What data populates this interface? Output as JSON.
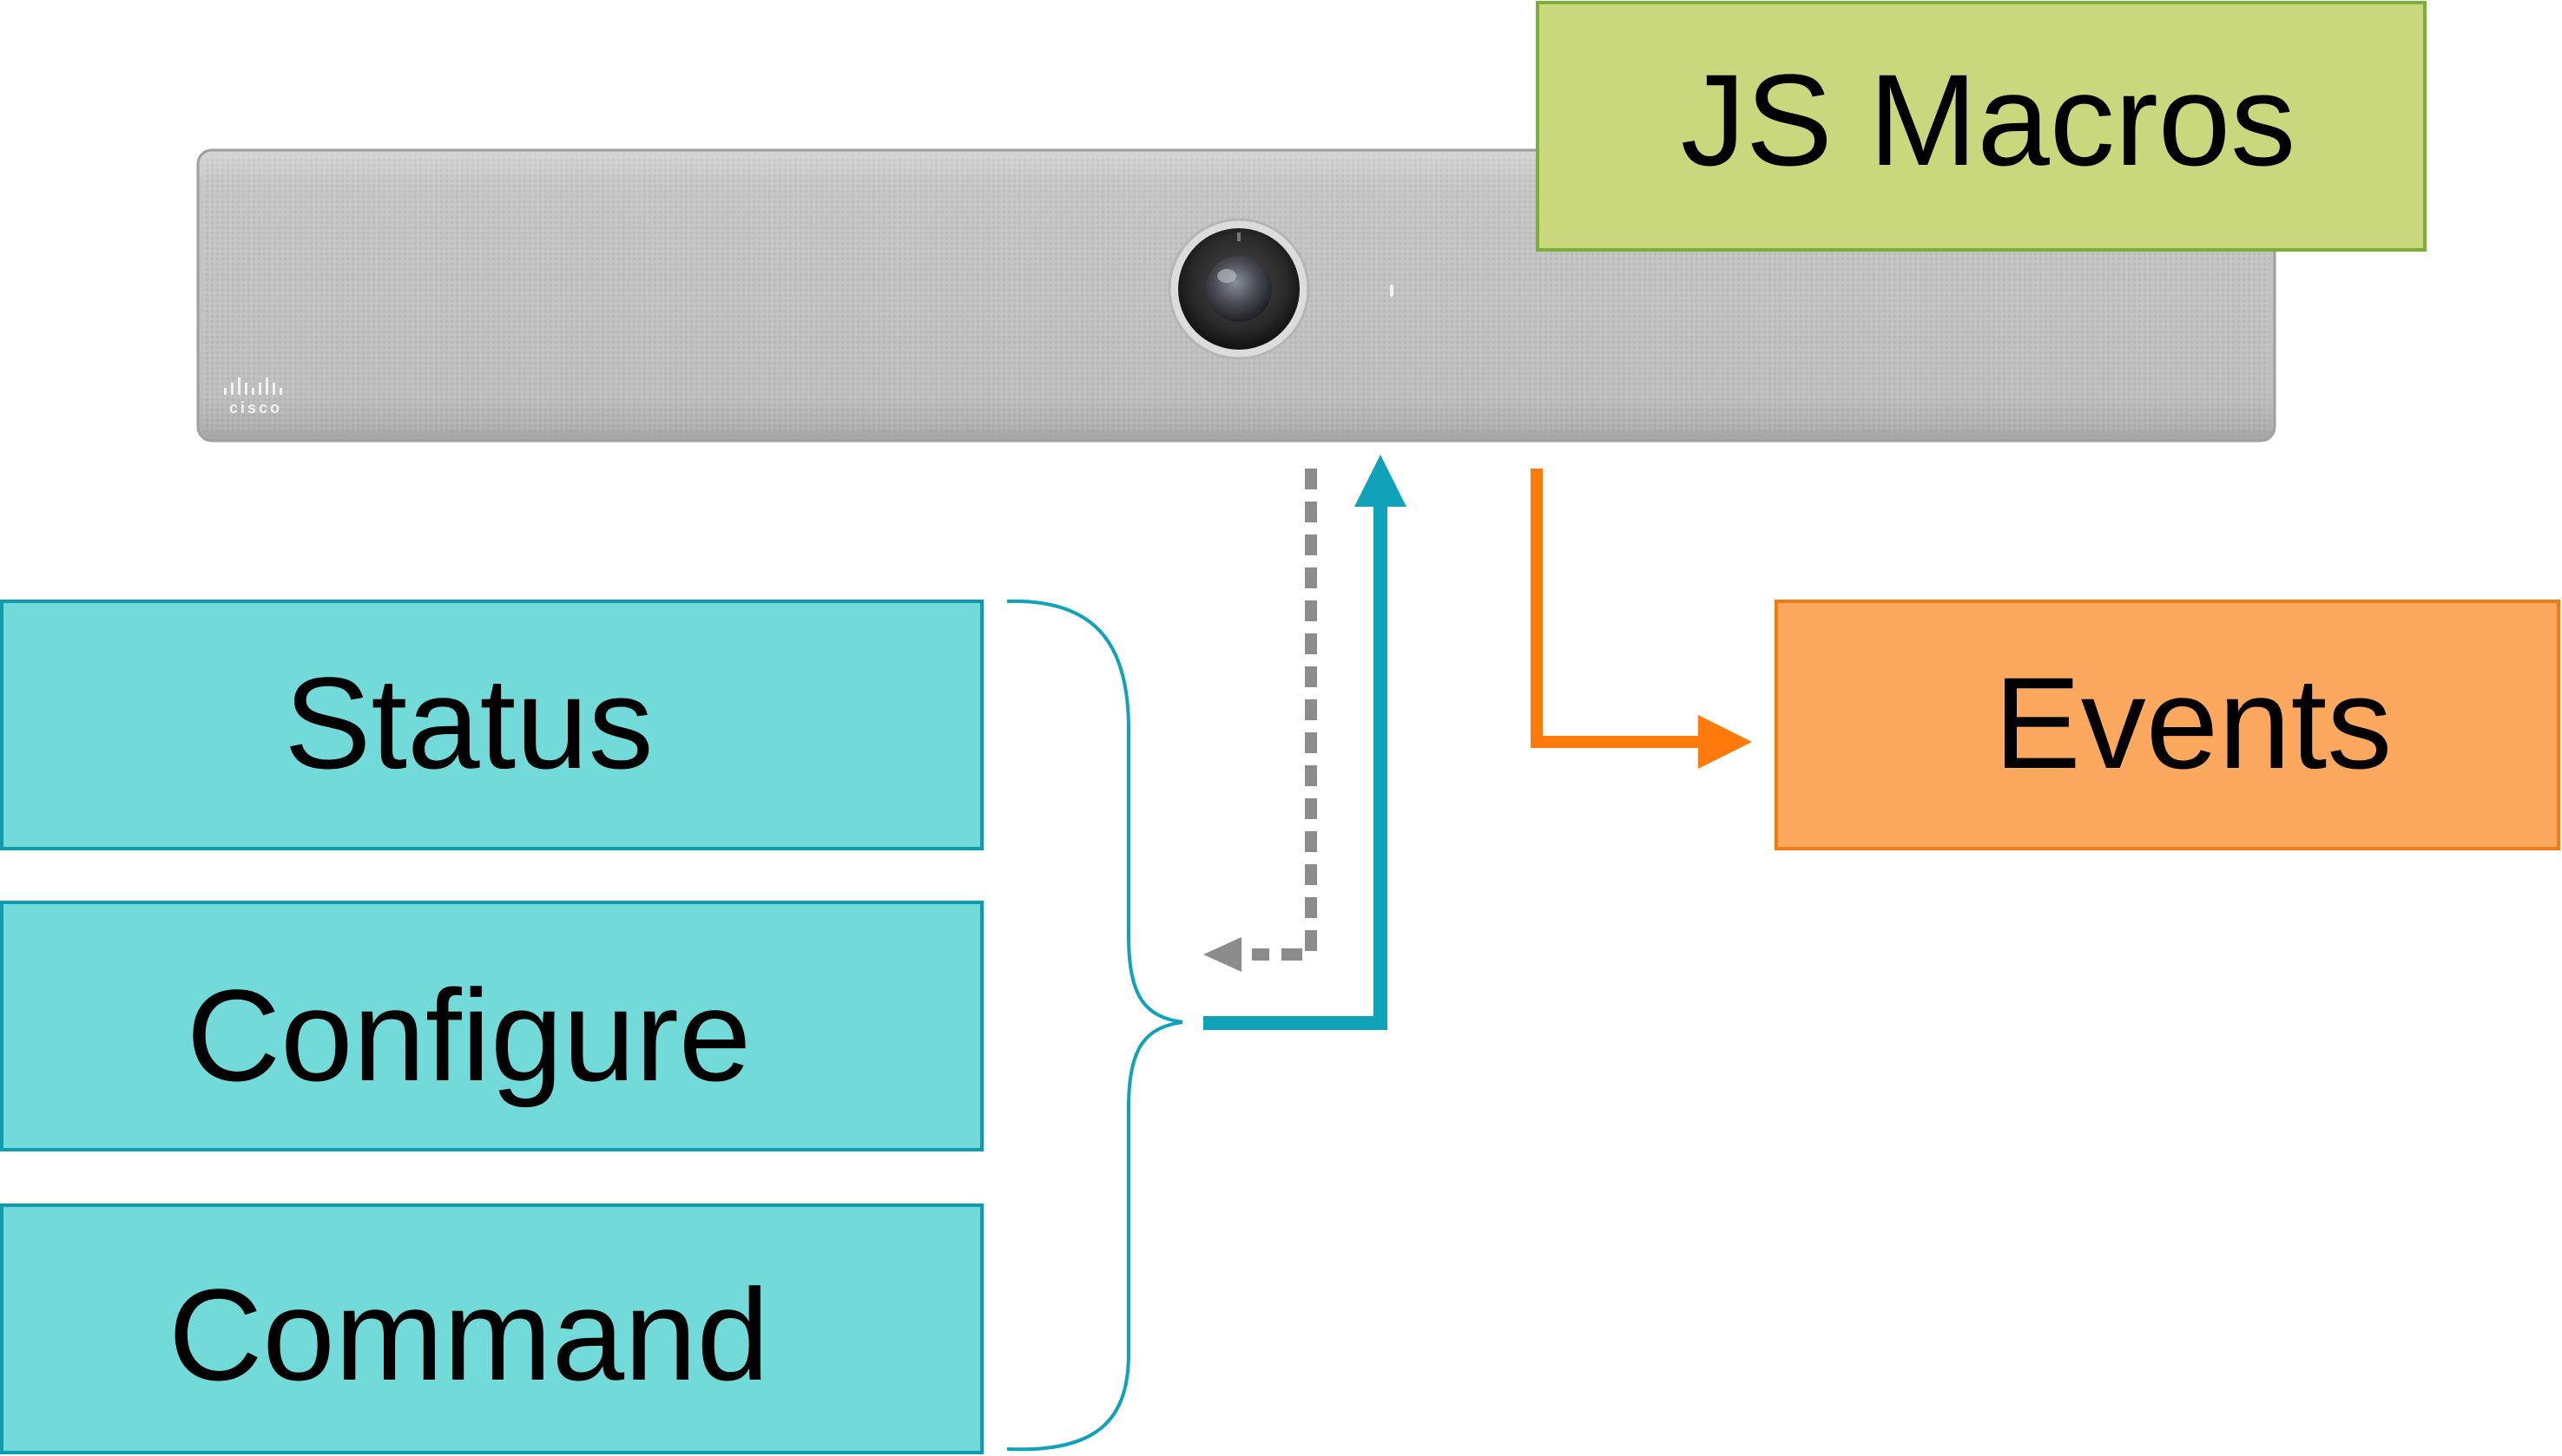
{
  "device": {
    "logo_text": "cisco"
  },
  "boxes": {
    "js_macros": {
      "label": "JS Macros"
    },
    "status": {
      "label": "Status"
    },
    "configure": {
      "label": "Configure"
    },
    "command": {
      "label": "Command"
    },
    "events": {
      "label": "Events"
    }
  },
  "colors": {
    "js_macros_fill": "#c9d87d",
    "js_macros_border": "#7dae3a",
    "api_box_fill": "#72dad8",
    "api_box_border": "#0f9cb0",
    "events_fill": "#fca95f",
    "events_border": "#f27b15",
    "teal_arrow": "#0fa2b8",
    "orange_arrow": "#ff7a0a",
    "gray_dotted_arrow": "#8c8c8c",
    "device_body": "#c3c3c3"
  }
}
